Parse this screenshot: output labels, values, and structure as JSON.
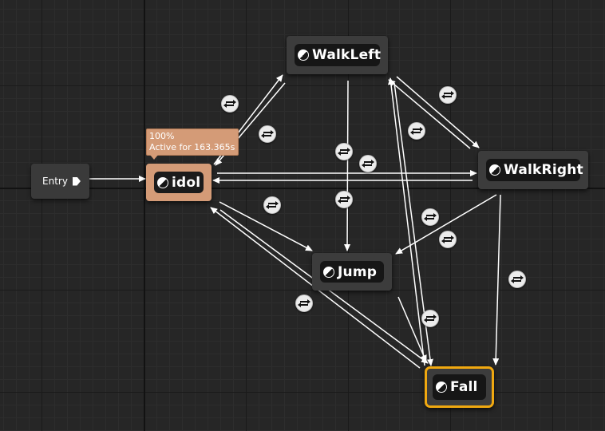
{
  "entry": {
    "label": "Entry",
    "icon": "entry-arrow-icon"
  },
  "states": [
    {
      "id": "idol",
      "label": "idol",
      "icon": "state-icon",
      "status": "active"
    },
    {
      "id": "walkleft",
      "label": "WalkLeft",
      "icon": "state-icon",
      "status": "normal"
    },
    {
      "id": "walkright",
      "label": "WalkRight",
      "icon": "state-icon",
      "status": "normal"
    },
    {
      "id": "jump",
      "label": "Jump",
      "icon": "state-icon",
      "status": "normal"
    },
    {
      "id": "fall",
      "label": "Fall",
      "icon": "state-icon",
      "status": "selected"
    }
  ],
  "active_state_tooltip": {
    "weight": "100%",
    "active_time": "Active for 163.365s"
  },
  "transitions": [
    {
      "from": "entry",
      "to": "idol",
      "has_rule": false
    },
    {
      "from": "idol",
      "to": "walkleft",
      "has_rule": true
    },
    {
      "from": "walkleft",
      "to": "idol",
      "has_rule": true
    },
    {
      "from": "idol",
      "to": "walkright",
      "has_rule": true
    },
    {
      "from": "walkright",
      "to": "idol",
      "has_rule": true
    },
    {
      "from": "idol",
      "to": "jump",
      "has_rule": true
    },
    {
      "from": "idol",
      "to": "fall",
      "has_rule": true
    },
    {
      "from": "fall",
      "to": "idol",
      "has_rule": true
    },
    {
      "from": "walkleft",
      "to": "walkright",
      "has_rule": true
    },
    {
      "from": "walkright",
      "to": "walkleft",
      "has_rule": true
    },
    {
      "from": "walkleft",
      "to": "jump",
      "has_rule": true
    },
    {
      "from": "walkright",
      "to": "jump",
      "has_rule": true
    },
    {
      "from": "walkleft",
      "to": "fall",
      "has_rule": true
    },
    {
      "from": "fall",
      "to": "walkleft",
      "has_rule": true
    },
    {
      "from": "walkright",
      "to": "fall",
      "has_rule": true
    },
    {
      "from": "jump",
      "to": "fall",
      "has_rule": true
    }
  ],
  "colors": {
    "background": "#262626",
    "node": "#3c3c3c",
    "node_inner": "#161616",
    "active_node": "#d49b77",
    "selected_outline": "#f0a810",
    "wire": "#ffffff",
    "rule_icon": "#ececec"
  },
  "rule_icon": "transition-rule-icon"
}
